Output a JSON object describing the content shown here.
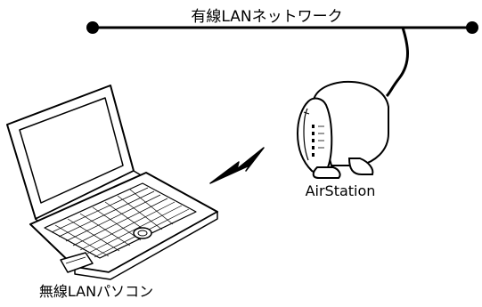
{
  "network": {
    "label": "有線LANネットワーク"
  },
  "access_point": {
    "label": "AirStation",
    "icon": "wireless-access-point-icon"
  },
  "client": {
    "label": "無線LANパソコン",
    "icon": "laptop-icon"
  },
  "link": {
    "icon": "wireless-signal-icon"
  },
  "colors": {
    "line": "#000000",
    "background": "#ffffff"
  }
}
